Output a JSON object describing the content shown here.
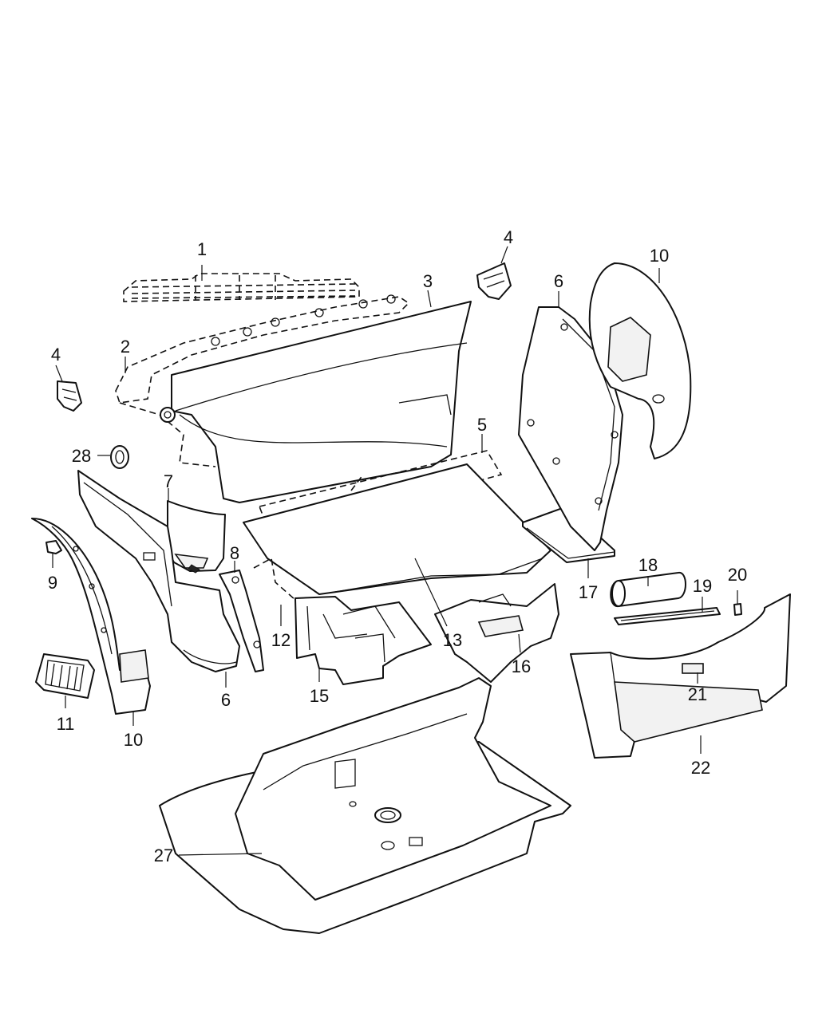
{
  "diagram": {
    "callouts": [
      {
        "id": "c1",
        "label": "1"
      },
      {
        "id": "c2",
        "label": "2"
      },
      {
        "id": "c3",
        "label": "3"
      },
      {
        "id": "c4a",
        "label": "4"
      },
      {
        "id": "c4b",
        "label": "4"
      },
      {
        "id": "c5",
        "label": "5"
      },
      {
        "id": "c6a",
        "label": "6"
      },
      {
        "id": "c6b",
        "label": "6"
      },
      {
        "id": "c7",
        "label": "7"
      },
      {
        "id": "c8",
        "label": "8"
      },
      {
        "id": "c9",
        "label": "9"
      },
      {
        "id": "c10a",
        "label": "10"
      },
      {
        "id": "c10b",
        "label": "10"
      },
      {
        "id": "c11",
        "label": "11"
      },
      {
        "id": "c12",
        "label": "12"
      },
      {
        "id": "c13",
        "label": "13"
      },
      {
        "id": "c15",
        "label": "15"
      },
      {
        "id": "c16",
        "label": "16"
      },
      {
        "id": "c17",
        "label": "17"
      },
      {
        "id": "c18",
        "label": "18"
      },
      {
        "id": "c19",
        "label": "19"
      },
      {
        "id": "c20",
        "label": "20"
      },
      {
        "id": "c21",
        "label": "21"
      },
      {
        "id": "c22",
        "label": "22"
      },
      {
        "id": "c27",
        "label": "27"
      },
      {
        "id": "c28",
        "label": "28"
      }
    ]
  }
}
